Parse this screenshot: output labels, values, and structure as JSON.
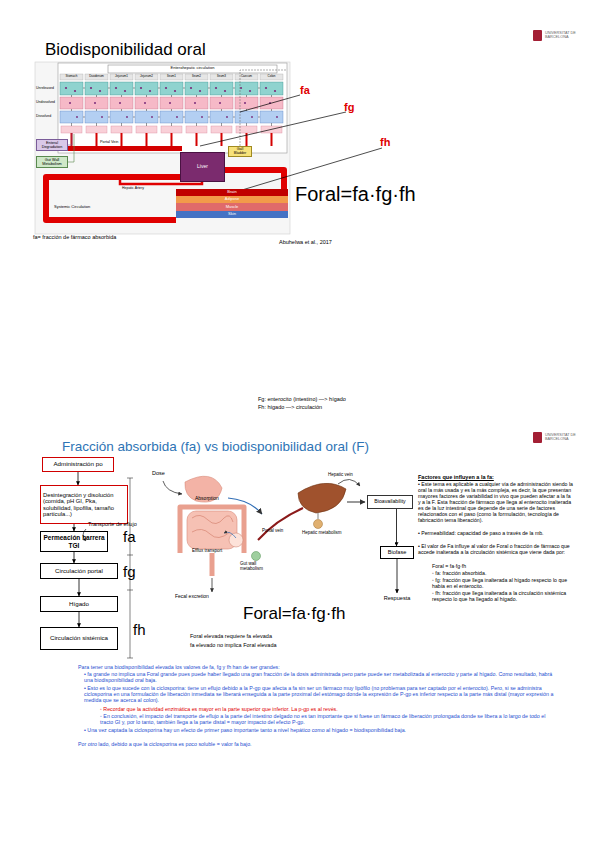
{
  "diagram": {
    "title": "Biodisponibilidad oral",
    "nodes": [
      {
        "text": [
          "Enteral Degradation"
        ]
      },
      {
        "text": [
          "Gut Wall Metabolism"
        ]
      },
      {
        "text": [
          "Gall Bladder"
        ]
      },
      {
        "text": [
          "Liver"
        ]
      },
      {
        "text": [
          "Brain"
        ]
      },
      {
        "text": [
          "Adipose"
        ]
      },
      {
        "text": [
          "Muscle"
        ]
      },
      {
        "text": [
          "Skin"
        ]
      },
      {
        "text": [
          "Administración po"
        ]
      },
      {
        "text": [
          "Desintegración y disolución (comida, pH GI, Pka, solubilidad, lipofilia, tamaño partícula...)"
        ]
      },
      {
        "text": [
          "Permeación barrera TGI"
        ]
      },
      {
        "text": [
          "Circulación portal"
        ]
      },
      {
        "text": [
          "Hígado"
        ]
      },
      {
        "text": [
          "Circulación sistémica"
        ]
      },
      {
        "text": [
          "Bioavailability"
        ]
      },
      {
        "text": [
          "Biofase"
        ]
      },
      {
        "text": [
          "Respuesta"
        ]
      }
    ],
    "edges": [
      {
        "from": 8,
        "to": 9,
        "arrow": "to"
      },
      {
        "from": 9,
        "to": 10,
        "arrow": "to"
      },
      {
        "from": 10,
        "to": 11,
        "arrow": "to"
      },
      {
        "from": 11,
        "to": 12,
        "arrow": "to"
      },
      {
        "from": 12,
        "to": 13,
        "arrow": "to"
      },
      {
        "from": 14,
        "to": 15,
        "arrow": "to"
      },
      {
        "from": 15,
        "to": 16,
        "arrow": "to"
      }
    ],
    "labels": [
      "UNIVERSITAT DE BARCELONA",
      "Enterohepatic circulation",
      "Stomach",
      "Duodenum",
      "Jejunum1",
      "Jejunum2",
      "Ileum1",
      "Ileum2",
      "Ileum3",
      "Caecum",
      "Colon",
      "Unreleased",
      "Undissolved",
      "Dissolved",
      "Portal Vein",
      "Hepatic Artery",
      "Systemic Circulation",
      "fa",
      "fg",
      "fh",
      "Foral=fa·fg·fh",
      "fa= fracción de fármaco absorbida",
      "Abuhelwa et al., 2017",
      "Fg: enterocito (intestino) —> hígado",
      "Fh: hígado —> circulación",
      "Fracción absorbida (fa) vs biodisponibilidad oral (F)",
      "UNIVERSITAT DE BARCELONA",
      "Transporte de eflujo",
      "fa",
      "fg",
      "fh",
      "Dose",
      "Absorption",
      "Efflux transport",
      "Gut wall metabolism",
      "Fecal excretion",
      "Portal vein",
      "Hepatic vein",
      "Hepatic metabolism",
      "Foral=fa·fg·fh",
      "Foral elevada requiere fa elevada",
      "fa elevado no implica Foral elevada",
      "Factores que influyen a la fa:",
      "• Este tema es aplicable a cualquier vía de administración siendo la oral la más usada y es la más compleja, es decir, la que presentan mayores factores de variabilidad in vivo que pueden afectar a la fa y a la F. Esta fracción de fármaco que llega al enterocito inalterada es de la luz intestinal que depende de una serie de factores relacionados con el paso (como la formulación, tecnología de fabricación tema liberación).",
      "• Permeabilidad: capacidad de paso a través de la mb.",
      "• El valor de Fa influye al valor de Foral o fracción de fármaco que accede inalterada a la circulación sistémica que viene dada por:",
      "Foral = fa·fg·fh",
      "◦ fa: fracción absorbida.",
      "◦ fg: fracción que llega inalterada al hígado respecto lo que había en el enterocito.",
      "◦ fh: fracción que llega inalterada a la circulación sistémica respecto lo que ha llegado al hígado.",
      "Para tener una biodisponibilidad elevada los valores de fa, fg y fh han de ser grandes:",
      "• fa grande no implica una Foral grande pues puede haber llegado una gran fracción de la dosis administrada pero parte puede ser metabolizada al enterocito y parte al hígado. Como resultado, habrá una biodisponibilidad oral baja.",
      "• Esto es lo que sucede con la ciclosporina: tiene un eflujo debido a la P-gp que afecta a fa sin ser un fármaco muy lipófilo (no problemas para ser captado por el enterocito). Pero, si se administra ciclosporina en una formulación de liberación inmediata se liberará enseguida a la parte proximal del estómago donde la expresión de P-gp es inferior respecto a la parte más distal (mayor expresión a medida que se acerca al colon).",
      "◦ Recordar que la actividad enzimática es mayor en la parte superior que inferior. La p-gp es al revés.",
      "◦ En conclusión, el impacto del transporte de eflujo a la parte del intestino delgado no es tan importante que si fuese un fármaco de liberación prolongada donde se libera a lo largo de todo el tracto GI y, por lo tanto, también llega a la parte distal = mayor impacto del efecto P-gp.",
      "• Una vez captada la ciclosporina hay un efecto de primer paso importante tanto a nivel hepático como al hígado = biodisponibilidad baja.",
      "Por otro lado, debido a que la ciclosporina es poco soluble = valor fa bajo."
    ]
  }
}
